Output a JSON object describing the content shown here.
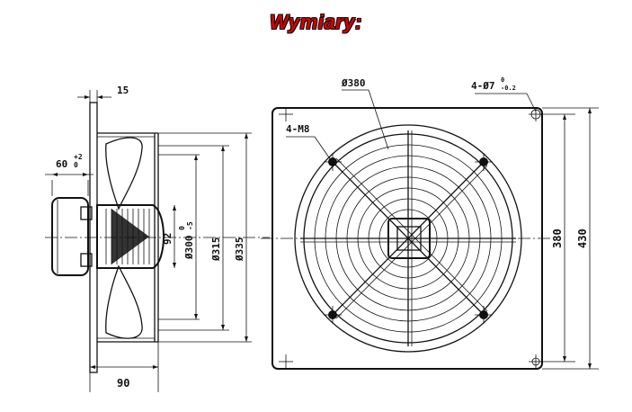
{
  "title": "Wymiary:",
  "side_view": {
    "dim_15": "15",
    "dim_60": "60",
    "dim_60_tol": "+2",
    "dim_60_tol2": "0",
    "dim_90": "90",
    "dim_92": "92",
    "dim_300": "Ø300",
    "dim_300_tol": "0",
    "dim_300_tol2": "-5",
    "dim_315": "Ø315",
    "dim_335": "Ø335"
  },
  "front_view": {
    "dim_380_dia": "Ø380",
    "dim_4m8": "4-M8",
    "dim_holes": "4-Ø7",
    "dim_holes_tol": "0",
    "dim_holes_tol2": "-0.2",
    "dim_380": "380",
    "dim_430": "430"
  }
}
